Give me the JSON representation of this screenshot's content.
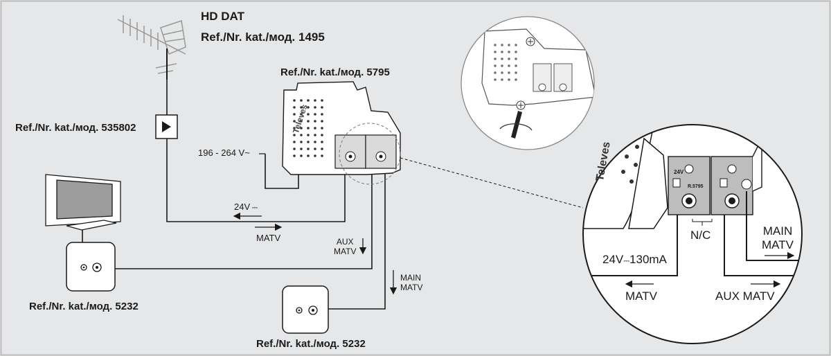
{
  "antenna": {
    "title": "HD DAT",
    "ref": "Ref./Nr. kat./мод. 1495"
  },
  "amplifier": {
    "ref": "Ref./Nr. kat./мод. 5795",
    "brand": "Televes"
  },
  "power_supply": {
    "ref": "Ref./Nr. kat./мод. 535802",
    "voltage": "196 - 264 V~"
  },
  "main_line": {
    "power_label": "24V",
    "signal_label": "MATV"
  },
  "aux_output": {
    "line1": "AUX",
    "line2": "MATV"
  },
  "main_output": {
    "line1": "MAIN",
    "line2": "MATV"
  },
  "outlet_left": {
    "ref": "Ref./Nr. kat./мод. 5232"
  },
  "outlet_right": {
    "ref": "Ref./Nr. kat./мод. 5232"
  },
  "detail": {
    "brand": "Televes",
    "port_voltage": "24V",
    "model_code": "R.5795",
    "nc_label": "N/C",
    "power_label": "24V",
    "current_label": "130mA",
    "matv_label": "MATV",
    "aux_matv_label": "AUX MATV",
    "main_label": "MAIN",
    "main_matv_label": "MATV"
  }
}
